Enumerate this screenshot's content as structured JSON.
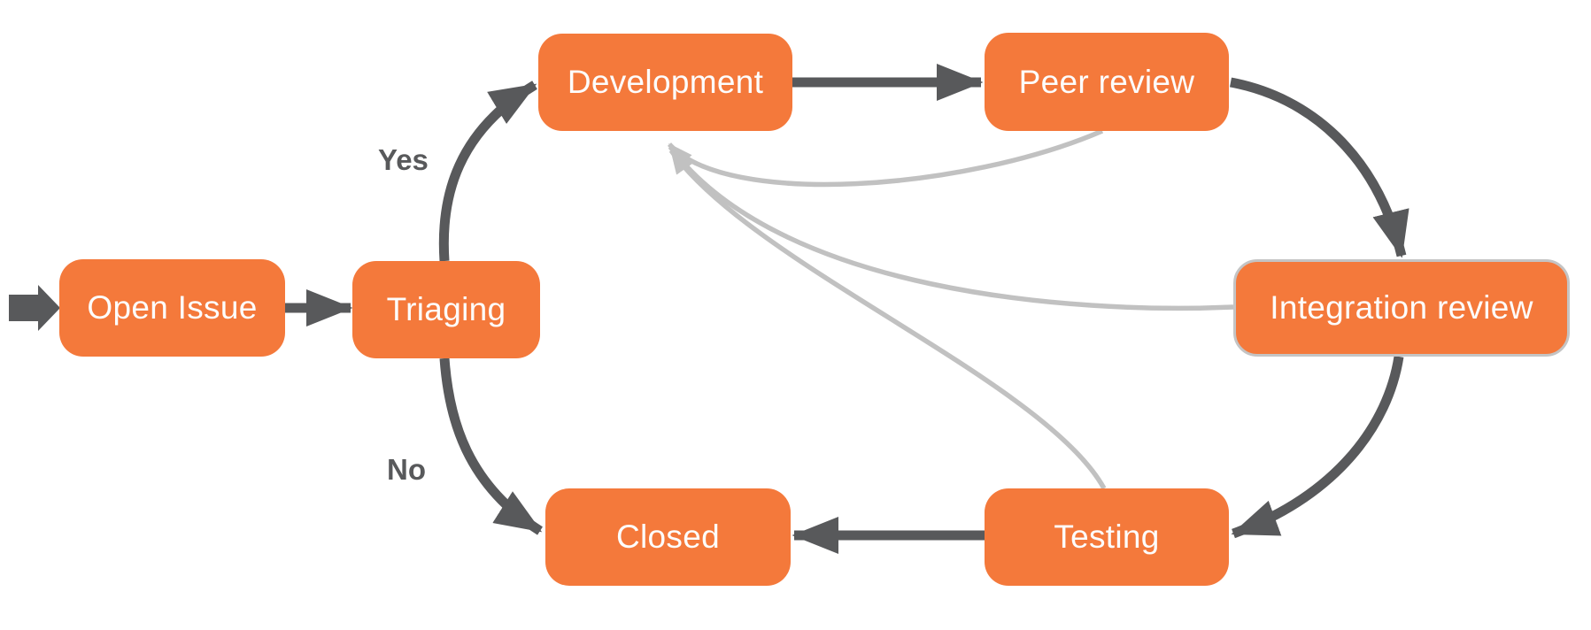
{
  "diagram": {
    "type": "flowchart",
    "nodes": [
      {
        "id": "open-issue",
        "label": "Open Issue"
      },
      {
        "id": "triaging",
        "label": "Triaging"
      },
      {
        "id": "development",
        "label": "Development"
      },
      {
        "id": "peer-review",
        "label": "Peer review"
      },
      {
        "id": "integration-review",
        "label": "Integration review"
      },
      {
        "id": "testing",
        "label": "Testing"
      },
      {
        "id": "closed",
        "label": "Closed"
      }
    ],
    "edge_labels": {
      "yes": "Yes",
      "no": "No"
    },
    "edges": [
      {
        "from": "start",
        "to": "open-issue",
        "style": "primary"
      },
      {
        "from": "open-issue",
        "to": "triaging",
        "style": "primary"
      },
      {
        "from": "triaging",
        "to": "development",
        "style": "primary",
        "label": "Yes"
      },
      {
        "from": "triaging",
        "to": "closed",
        "style": "primary",
        "label": "No"
      },
      {
        "from": "development",
        "to": "peer-review",
        "style": "primary"
      },
      {
        "from": "peer-review",
        "to": "integration-review",
        "style": "primary"
      },
      {
        "from": "integration-review",
        "to": "testing",
        "style": "primary"
      },
      {
        "from": "testing",
        "to": "closed",
        "style": "primary"
      },
      {
        "from": "peer-review",
        "to": "development",
        "style": "feedback"
      },
      {
        "from": "integration-review",
        "to": "development",
        "style": "feedback"
      },
      {
        "from": "testing",
        "to": "development",
        "style": "feedback"
      }
    ],
    "colors": {
      "node_fill": "#F4793B",
      "node_text": "#FFFFFF",
      "primary_edge": "#58595B",
      "feedback_edge": "#C1C1C1",
      "integration_review_border": "#C4C4C4",
      "edge_label_text": "#58595B",
      "background": "#FFFFFF"
    }
  }
}
